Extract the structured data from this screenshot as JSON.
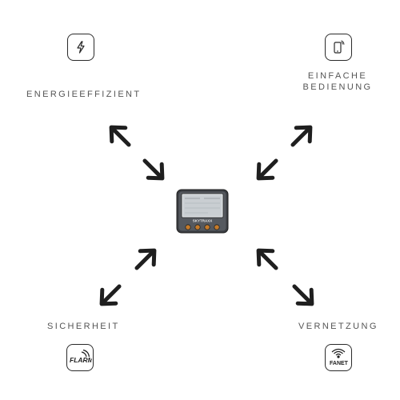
{
  "features": {
    "energy": {
      "label": "ENERGIEEFFIZIENT",
      "icon": "lightning-icon"
    },
    "usability": {
      "line1": "EINFACHE",
      "line2": "BEDIENUNG",
      "icon": "smartphone-icon"
    },
    "safety": {
      "label": "SICHERHEIT",
      "icon": "flarm-logo-icon",
      "logo_text": "FLARM"
    },
    "network": {
      "label": "VERNETZUNG",
      "icon": "fanet-logo-icon",
      "logo_text": "FANET"
    }
  },
  "device": {
    "name": "Skytraxx vario device",
    "screen_text": "SKYTRAXX"
  },
  "colors": {
    "arrow": "#1f1f1f",
    "text": "#555555",
    "icon_stroke": "#2a2a2a"
  }
}
